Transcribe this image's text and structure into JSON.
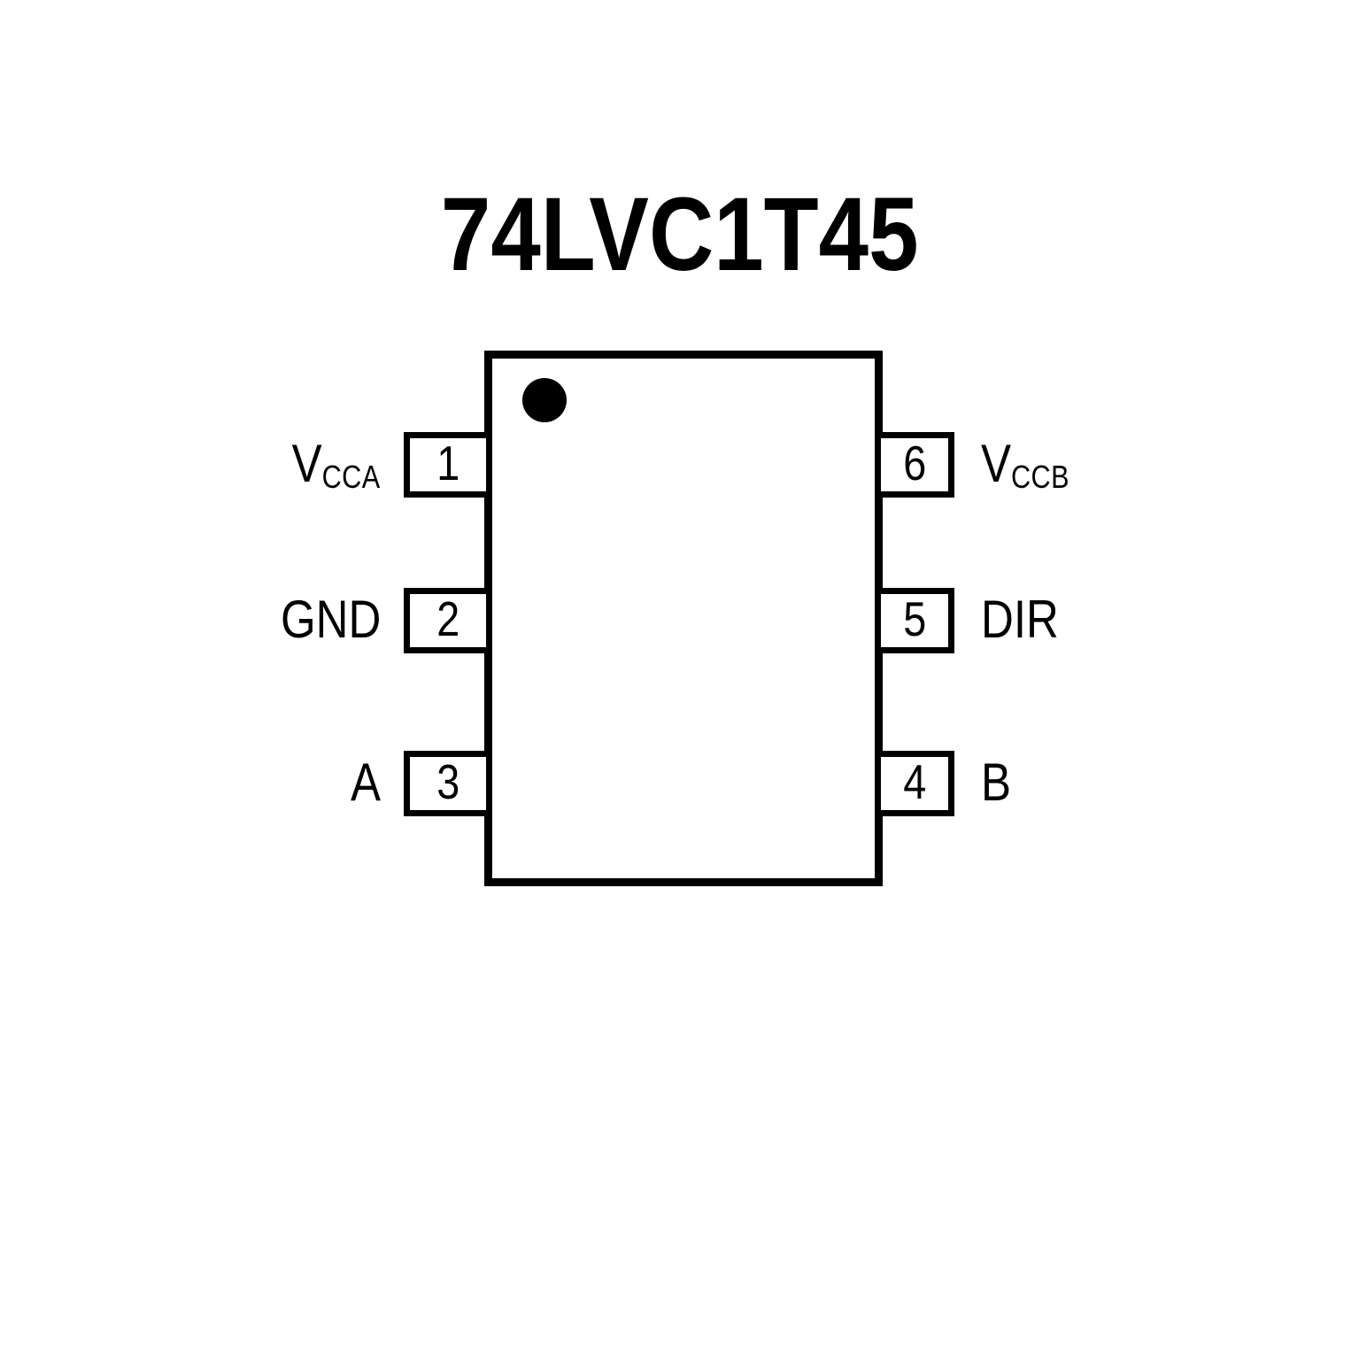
{
  "title": "74LVC1T45",
  "package": {
    "pin1_indicator": "filled-circle-dot"
  },
  "pins": {
    "left": [
      {
        "number": "1",
        "name": "V",
        "subscript": "CCA"
      },
      {
        "number": "2",
        "name": "GND",
        "subscript": ""
      },
      {
        "number": "3",
        "name": "A",
        "subscript": ""
      }
    ],
    "right": [
      {
        "number": "6",
        "name": "V",
        "subscript": "CCB"
      },
      {
        "number": "5",
        "name": "DIR",
        "subscript": ""
      },
      {
        "number": "4",
        "name": "B",
        "subscript": ""
      }
    ]
  },
  "colors": {
    "ink": "#000000",
    "background": "#ffffff"
  }
}
